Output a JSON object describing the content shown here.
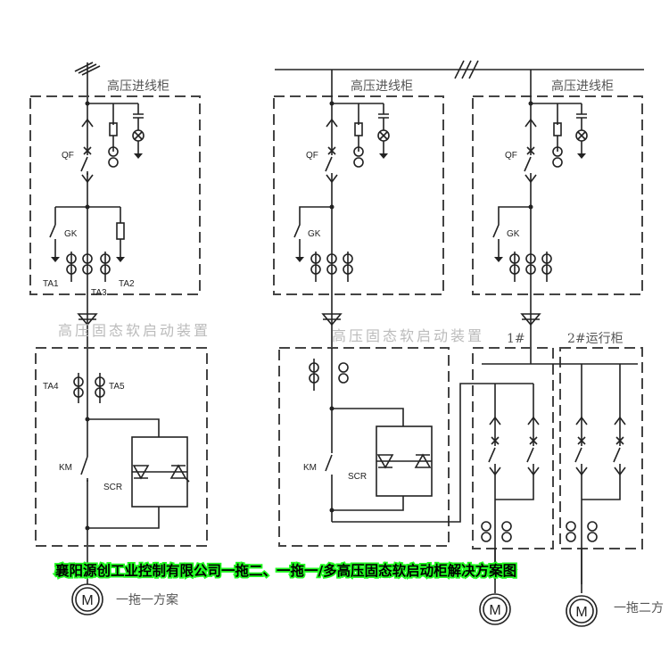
{
  "banner": "襄阳源创工业控制有限公司一拖二、一拖一/多高压固态软启动柜解决方案图",
  "left": {
    "incoming_cabinet": "高压进线柜",
    "soft_start_device": "高压固态软启动装置",
    "labels": {
      "qf": "QF",
      "gk": "GK",
      "ta1": "TA1",
      "ta2": "TA2",
      "ta3": "TA3",
      "ta4": "TA4",
      "ta5": "TA5",
      "km": "KM",
      "scr": "SCR"
    },
    "motor": "M",
    "scheme": "一拖一方案"
  },
  "right": {
    "incoming_cabinet_1": "高压进线柜",
    "incoming_cabinet_2": "高压进线柜",
    "soft_start_device": "高压固态软启动装置",
    "cabinet_1": "1#",
    "cabinet_2": "2#运行柜",
    "labels": {
      "qf": "QF",
      "gk": "GK",
      "km": "KM",
      "scr": "SCR"
    },
    "motor": "M",
    "scheme": "一拖二方"
  }
}
